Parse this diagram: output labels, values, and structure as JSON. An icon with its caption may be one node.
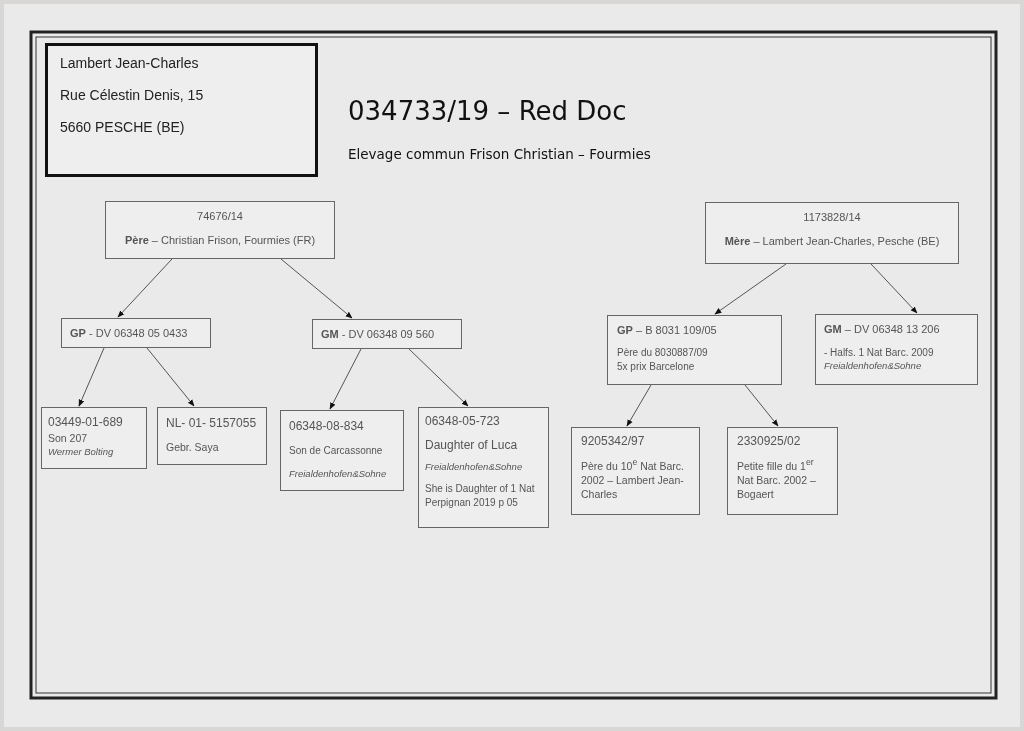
{
  "diagram": {
    "title": "034733/19 – Red Doc",
    "nodes": [
      {
        "text": [
          "Lambert Jean-Charles",
          "Rue Célestin Denis, 15",
          "5660 PESCHE (BE)"
        ]
      },
      {
        "text": [
          "74676/14",
          "**Père** – Christian Frison, Fourmies (FR)"
        ]
      },
      {
        "text": [
          "**GP** - DV 06348 05 0433"
        ]
      },
      {
        "text": [
          "**GM** - DV 06348 09 560"
        ]
      },
      {
        "text": [
          "03449-01-689",
          "Son 207",
          "*Wermer Bolting*"
        ]
      },
      {
        "text": [
          "NL- 01- 5157055",
          "Gebr. Saya"
        ]
      },
      {
        "text": [
          "06348-08-834",
          "Son de Carcassonne",
          "*Freialdenhofen&Sohne*"
        ]
      },
      {
        "text": [
          "06348-05-723",
          "Daughter of Luca",
          "*Freialdenhofen&Sohne*",
          "She is Daughter of  1 Nat Perpignan 2019 p 05"
        ]
      },
      {
        "text": [
          "1173828/14",
          "**Mère** – Lambert Jean-Charles, Pesche (BE)"
        ]
      },
      {
        "text": [
          "**GP** – B 8031 109/05",
          "Père du 8030887/09",
          "5x prix Barcelone"
        ]
      },
      {
        "text": [
          "**GM** – DV 06348 13 206",
          "- Halfs. 1 Nat Barc. 2009",
          "*Freialdenhofen&Sohne*"
        ]
      },
      {
        "text": [
          "9205342/97",
          "Père du 10$^{e}$ Nat Barc. 2002 – Lambert Jean-Charles"
        ]
      },
      {
        "text": [
          "2330925/02",
          "Petite fille du 1$^{er}$ Nat Barc. 2002 – Bogaert"
        ]
      }
    ],
    "edges": [
      {
        "from": 1,
        "to": 2,
        "arrow": "to"
      },
      {
        "from": 1,
        "to": 3,
        "arrow": "to"
      },
      {
        "from": 2,
        "to": 4,
        "arrow": "to"
      },
      {
        "from": 2,
        "to": 5,
        "arrow": "to"
      },
      {
        "from": 3,
        "to": 6,
        "arrow": "to"
      },
      {
        "from": 3,
        "to": 7,
        "arrow": "to"
      },
      {
        "from": 8,
        "to": 9,
        "arrow": "to"
      },
      {
        "from": 8,
        "to": 10,
        "arrow": "to"
      },
      {
        "from": 9,
        "to": 11,
        "arrow": "to"
      },
      {
        "from": 9,
        "to": 12,
        "arrow": "to"
      }
    ],
    "labels": [
      "Elevage commun Frison Christian – Fourmies"
    ]
  }
}
